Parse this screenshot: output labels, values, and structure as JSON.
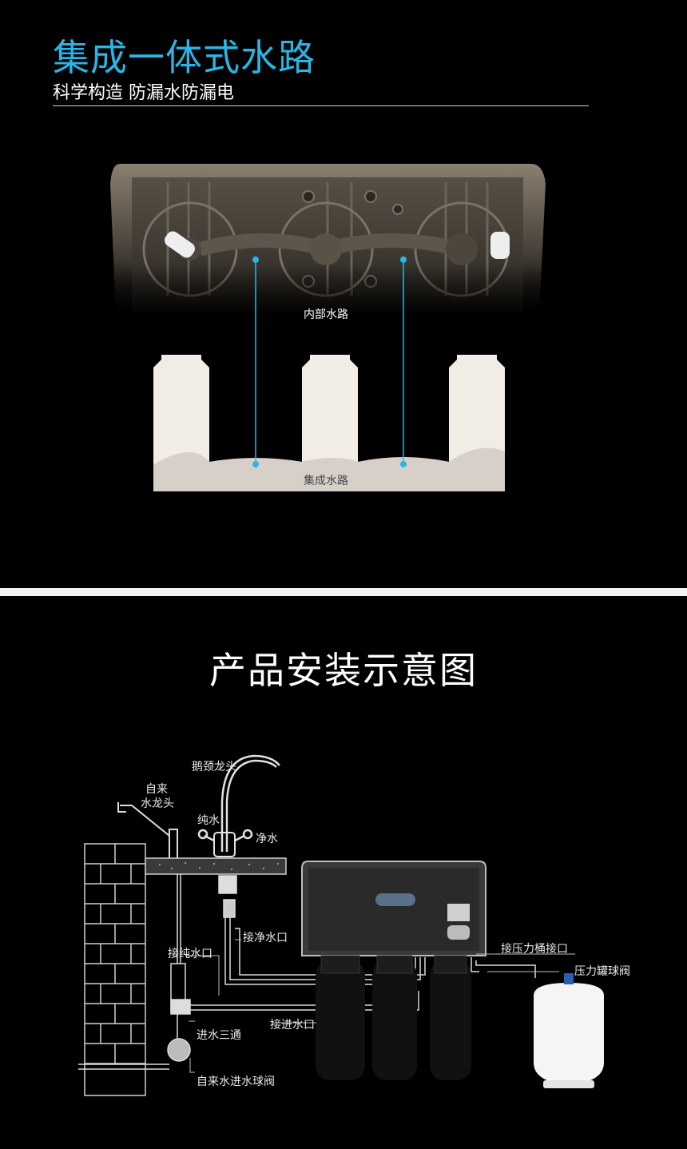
{
  "section1": {
    "title": "集成一体式水路",
    "subtitle": "科学构造 防漏水防漏电",
    "inner_label": "内部水路",
    "integrated_label": "集成水路",
    "accent_color": "#29b6e6"
  },
  "section2": {
    "title": "产品安装示意图",
    "labels": {
      "gooseneck": "鹅颈龙头",
      "tap_line1": "自来",
      "tap_line2": "水龙头",
      "pure": "纯水",
      "clean": "净水",
      "to_clean_outlet": "接净水口",
      "to_pure_outlet": "接纯水口",
      "tank_port": "接压力桶接口",
      "tank_valve": "压力罐球阀",
      "inlet_port": "接进水口",
      "tee": "进水三通",
      "ball_valve": "自来水进水球阀"
    }
  }
}
